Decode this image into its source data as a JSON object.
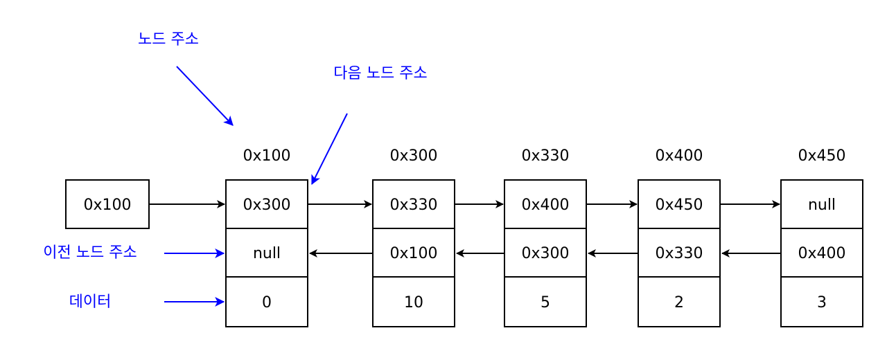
{
  "colors": {
    "annotation": "#0000ff",
    "stroke": "#000000",
    "background": "#ffffff"
  },
  "annotations": {
    "node_address": "노드 주소",
    "next_address": "다음 노드 주소",
    "prev_address": "이전 노드 주소",
    "data": "데이터"
  },
  "head": {
    "value": "0x100"
  },
  "nodes": [
    {
      "address": "0x100",
      "next": "0x300",
      "prev": "null",
      "data": "0"
    },
    {
      "address": "0x300",
      "next": "0x330",
      "prev": "0x100",
      "data": "10"
    },
    {
      "address": "0x330",
      "next": "0x400",
      "prev": "0x300",
      "data": "5"
    },
    {
      "address": "0x400",
      "next": "0x450",
      "prev": "0x330",
      "data": "2"
    },
    {
      "address": "0x450",
      "next": "null",
      "prev": "0x400",
      "data": "3"
    }
  ]
}
